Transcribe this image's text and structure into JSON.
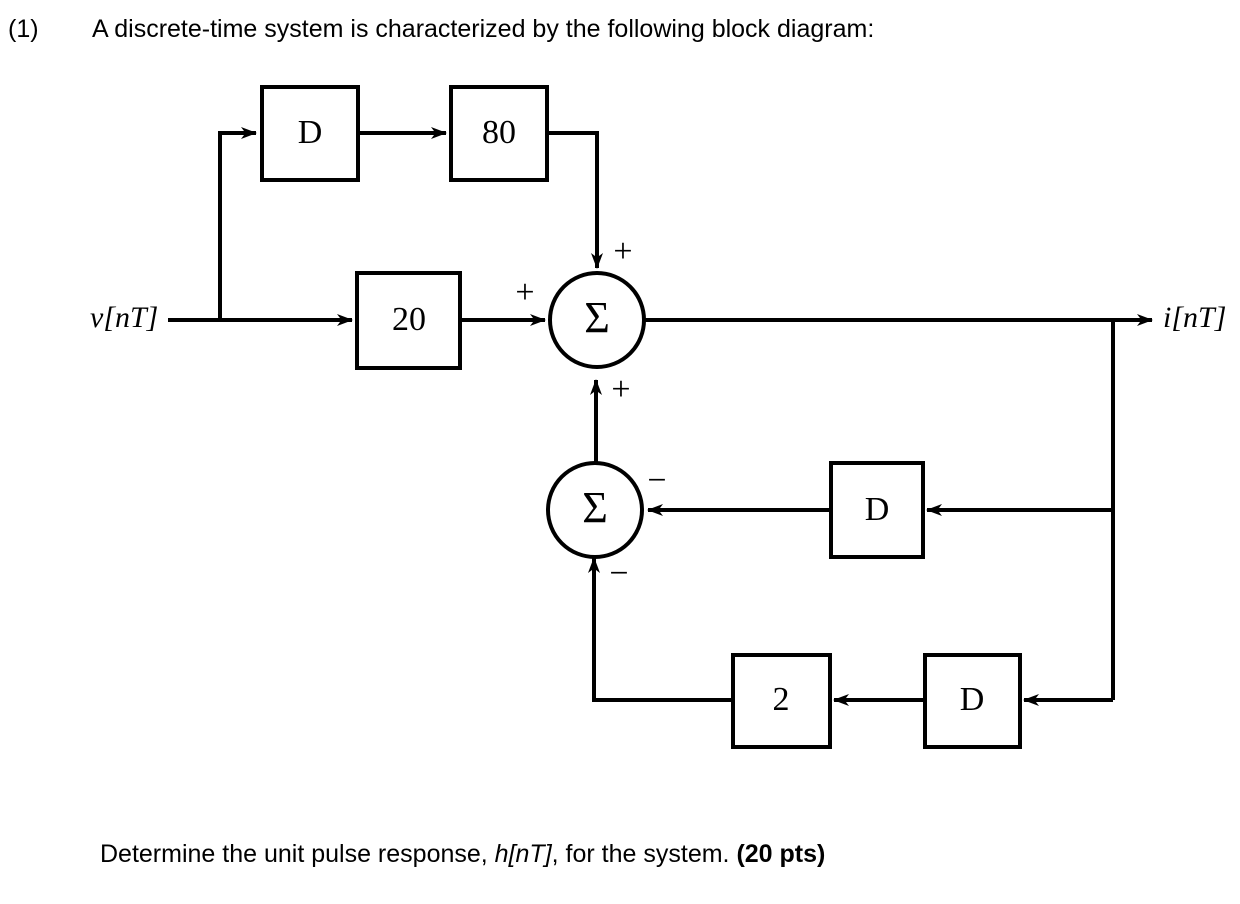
{
  "question": {
    "number": "(1)",
    "text": "A discrete-time system is characterized by the following block diagram:"
  },
  "diagram": {
    "input_label": "v[nT]",
    "output_label": "i[nT]",
    "blocks": [
      {
        "id": "delay-top",
        "label": "D"
      },
      {
        "id": "gain-80",
        "label": "80"
      },
      {
        "id": "gain-20",
        "label": "20"
      },
      {
        "id": "delay-fb1",
        "label": "D"
      },
      {
        "id": "gain-2",
        "label": "2"
      },
      {
        "id": "delay-fb2",
        "label": "D"
      }
    ],
    "summers": [
      {
        "id": "summer-main",
        "label": "Σ",
        "signs": [
          {
            "port": "top",
            "sign": "+"
          },
          {
            "port": "left",
            "sign": "+"
          },
          {
            "port": "bottom",
            "sign": "+"
          }
        ]
      },
      {
        "id": "summer-feedback",
        "label": "Σ",
        "signs": [
          {
            "port": "right",
            "sign": "−"
          },
          {
            "port": "bottom",
            "sign": "−"
          }
        ]
      }
    ],
    "stroke_color": "#000000"
  },
  "prompt": {
    "lead": "Determine the unit pulse response, ",
    "symbol": "h[nT]",
    "middle": ", for the system. ",
    "points": "(20 pts)"
  }
}
